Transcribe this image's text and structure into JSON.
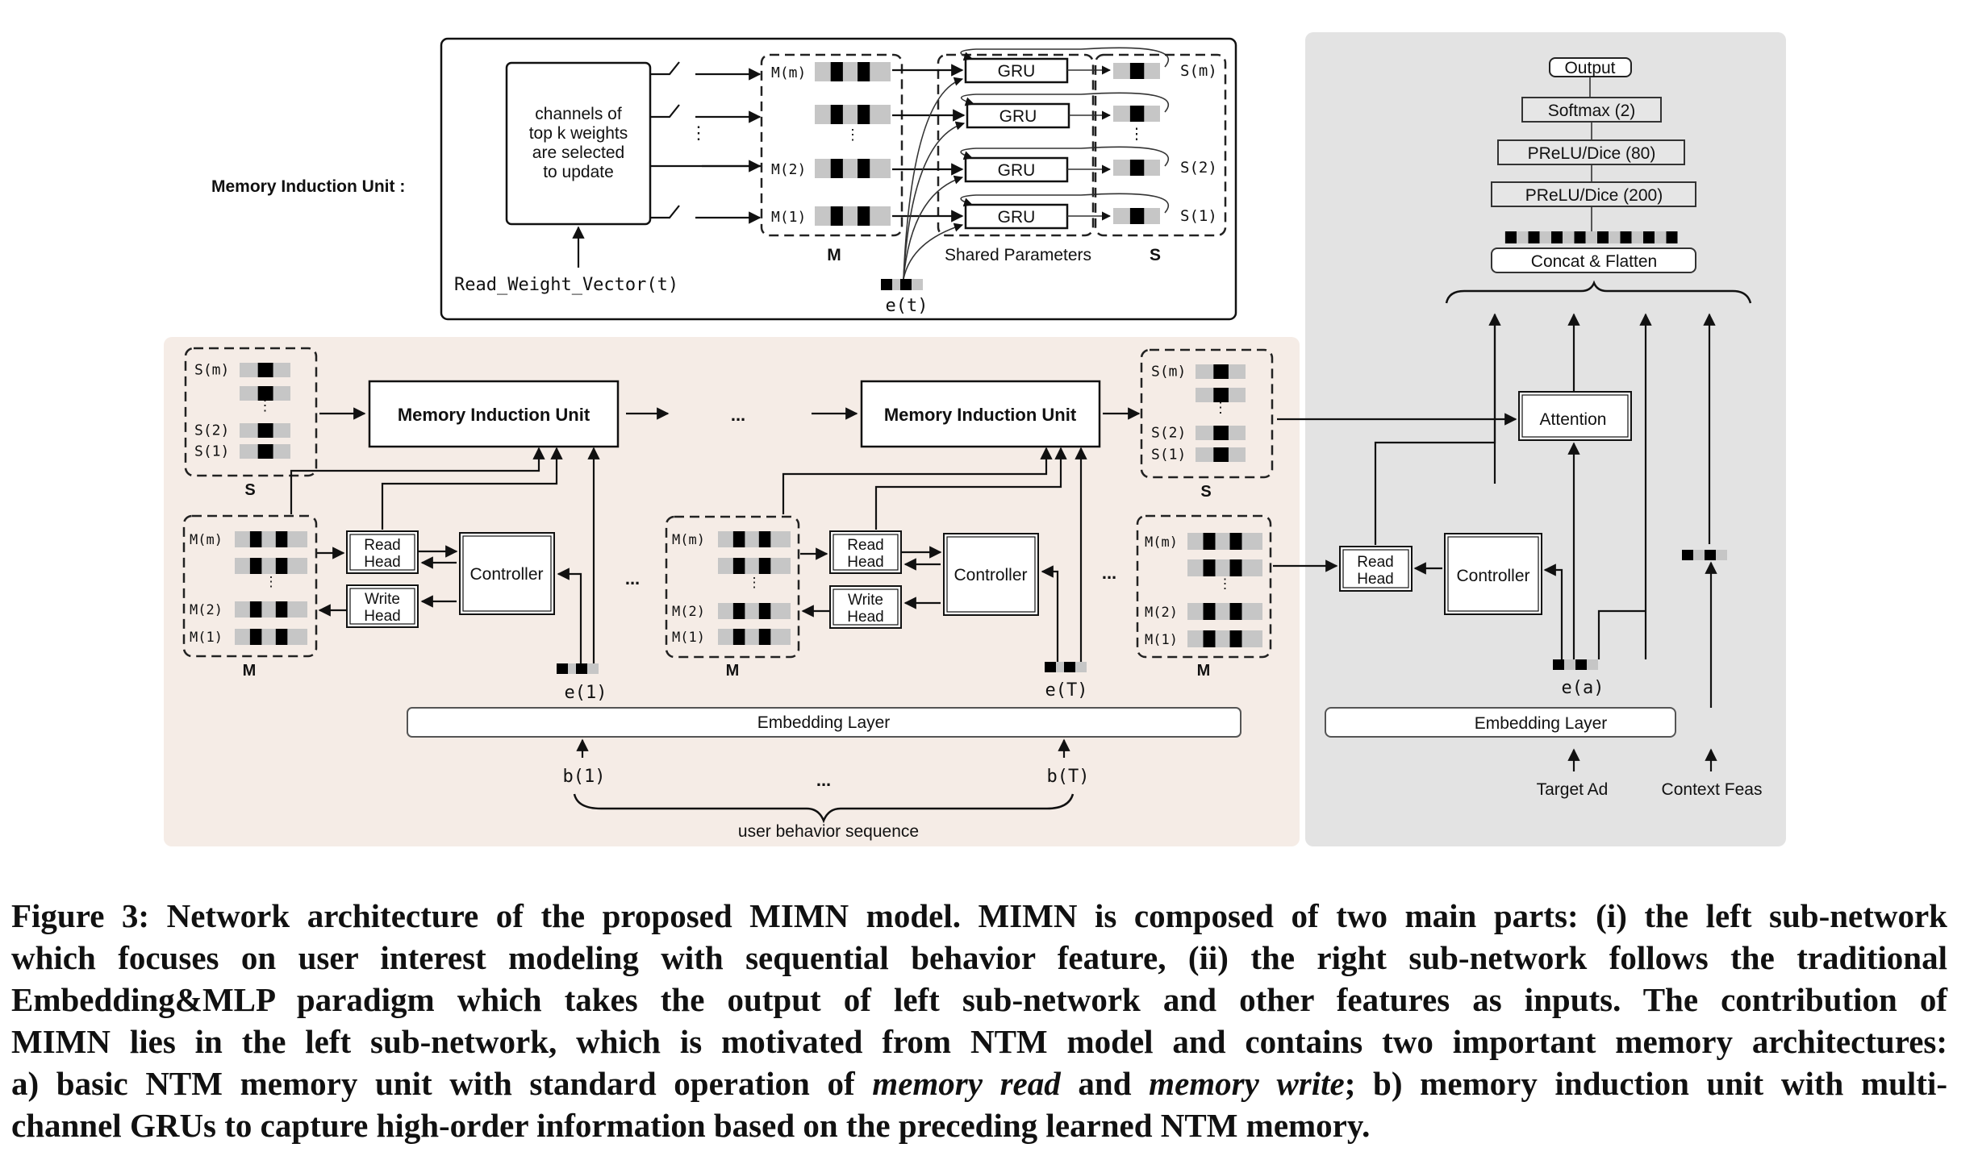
{
  "figure": {
    "number": "Figure 3",
    "panel_colors": {
      "left_bg": "#f5ece6",
      "right_bg": "#e3e3e3",
      "mlp_box": "#e6e6e6"
    },
    "miu_detail": {
      "label": "Memory Induction Unit :",
      "selector_text": [
        "channels of",
        "top k weights",
        "are selected",
        "to update"
      ],
      "read_weight_vector": "Read_Weight_Vector(t)",
      "memory_rows": [
        "M(m)",
        "",
        "M(2)",
        "M(1)"
      ],
      "memory_group_label": "M",
      "gru_label": "GRU",
      "shared_params_label": "Shared Parameters",
      "state_rows": [
        "S(m)",
        "",
        "S(2)",
        "S(1)"
      ],
      "state_group_label": "S",
      "input_label": "e(t)",
      "vdots": "⋮"
    },
    "left_network": {
      "state_rows": [
        "S(m)",
        "",
        "S(2)",
        "S(1)"
      ],
      "state_group_label": "S",
      "memory_rows": [
        "M(m)",
        "",
        "M(2)",
        "M(1)"
      ],
      "memory_group_label": "M",
      "miu_box_label": "Memory Induction Unit",
      "read_head": [
        "Read",
        "Head"
      ],
      "write_head": [
        "Write",
        "Head"
      ],
      "controller": "Controller",
      "ellipsis": "...",
      "embedding_first": "e(1)",
      "embedding_last": "e(T)",
      "embedding_layer": "Embedding Layer",
      "behavior_first": "b(1)",
      "behavior_last": "b(T)",
      "sequence_label": "user behavior sequence"
    },
    "right_network": {
      "output": "Output",
      "softmax": "Softmax (2)",
      "prelu_80": "PReLU/Dice (80)",
      "prelu_200": "PReLU/Dice (200)",
      "concat": "Concat & Flatten",
      "attention": "Attention",
      "read_head": [
        "Read",
        "Head"
      ],
      "controller": "Controller",
      "target_embedding": "e(a)",
      "embedding_layer": "Embedding Layer",
      "inputs": [
        "Target Ad",
        "Context Feas"
      ]
    }
  },
  "caption": {
    "lines": [
      [
        {
          "t": "Figure 3: Network architecture of the proposed MIMN model. MIMN is composed of two main parts: (i) the left sub-network"
        }
      ],
      [
        {
          "t": "which focuses on user interest modeling with sequential behavior feature, (ii) the right sub-network follows the traditional"
        }
      ],
      [
        {
          "t": "Embedding&MLP paradigm which takes the output of left sub-network and other features as inputs. The contribution of"
        }
      ],
      [
        {
          "t": "MIMN lies in the left sub-network, which is motivated from NTM model and contains two important memory architectures:"
        }
      ],
      [
        {
          "t": "a) basic NTM memory unit with standard operation of "
        },
        {
          "t": "memory read",
          "i": true
        },
        {
          "t": " and "
        },
        {
          "t": "memory write",
          "i": true
        },
        {
          "t": "; b) memory induction unit with multi-"
        }
      ],
      [
        {
          "t": "channel GRUs to capture high-order information based on the preceding learned NTM memory."
        }
      ]
    ]
  }
}
